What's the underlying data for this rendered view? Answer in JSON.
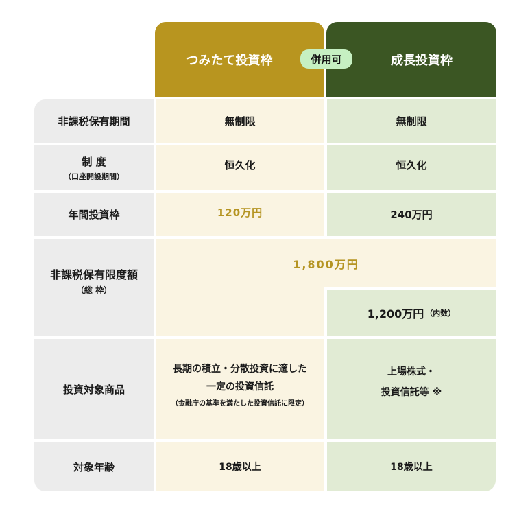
{
  "colors": {
    "tsumitate_header": "#b8951f",
    "seicho_header": "#3b5623",
    "tsumitate_cell": "#faf4e2",
    "seicho_cell": "#e1ebd4",
    "label_cell": "#ececec",
    "gold_text": "#b59422",
    "badge_bg": "#c6f0c2"
  },
  "header": {
    "tsumitate": "つみたて投資枠",
    "badge": "併用可",
    "seicho": "成長投資枠"
  },
  "rows": [
    {
      "label": "非課税保有期間",
      "tsumitate": "無制限",
      "seicho": "無制限"
    },
    {
      "label": "制 度",
      "label_sub": "（口座開設期間）",
      "tsumitate": "恒久化",
      "seicho": "恒久化"
    },
    {
      "label": "年間投資枠",
      "tsumitate": "120万円",
      "seicho": "240万円"
    },
    {
      "label": "非課税保有限度額",
      "label_sub": "（総 枠）",
      "combined": "1,800万円",
      "seicho": "1,200万円",
      "seicho_note": "（内数）"
    },
    {
      "label": "投資対象商品",
      "tsumitate_line1": "長期の積立・分散投資に適した",
      "tsumitate_line2": "一定の投資信託",
      "tsumitate_note": "（金融庁の基準を満たした投資信託に限定）",
      "seicho_line1": "上場株式・",
      "seicho_line2": "投資信託等 ※"
    },
    {
      "label": "対象年齢",
      "tsumitate": "18歳以上",
      "seicho": "18歳以上"
    }
  ]
}
